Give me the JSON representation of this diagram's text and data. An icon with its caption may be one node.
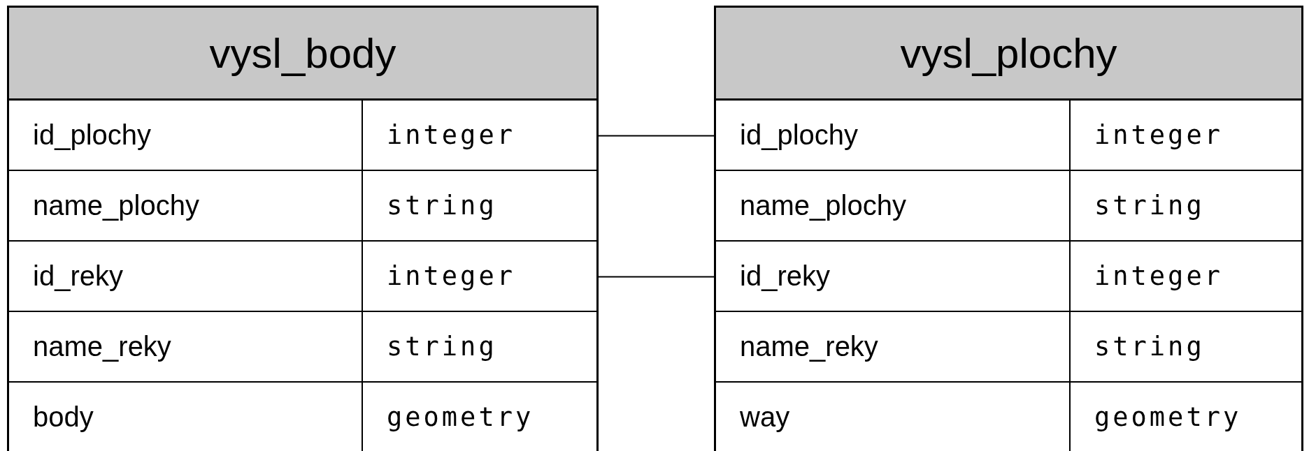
{
  "diagram": {
    "nodes": [
      {
        "text": [
          "vysl_body"
        ]
      },
      {
        "text": [
          "id_plochy",
          "integer"
        ],
        "in": 0
      },
      {
        "text": [
          "name_plochy",
          "string"
        ],
        "in": 0
      },
      {
        "text": [
          "id_reky",
          "integer"
        ],
        "in": 0
      },
      {
        "text": [
          "name_reky",
          "string"
        ],
        "in": 0
      },
      {
        "text": [
          "body",
          "geometry"
        ],
        "in": 0
      },
      {
        "text": [
          "vysl_plochy"
        ]
      },
      {
        "text": [
          "id_plochy",
          "integer"
        ],
        "in": 6
      },
      {
        "text": [
          "name_plochy",
          "string"
        ],
        "in": 6
      },
      {
        "text": [
          "id_reky",
          "integer"
        ],
        "in": 6
      },
      {
        "text": [
          "name_reky",
          "string"
        ],
        "in": 6
      },
      {
        "text": [
          "way",
          "geometry"
        ],
        "in": 6
      }
    ],
    "edges": [
      {
        "from": 1,
        "to": 7,
        "arrow": "none"
      },
      {
        "from": 3,
        "to": 9,
        "arrow": "none"
      }
    ]
  }
}
